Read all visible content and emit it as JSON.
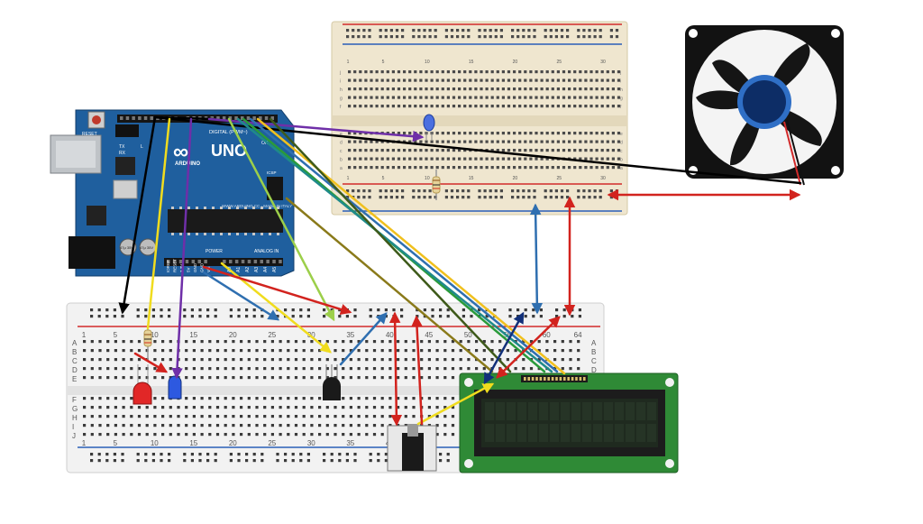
{
  "arduino": {
    "brand": "ARDUINO",
    "model": "UNO",
    "logo": "∞",
    "reset_label": "RESET",
    "digital_label": "DIGITAL (PWM~)",
    "analog_label": "ANALOG IN",
    "power_label": "POWER",
    "url_label": "WWW.ARDUINO.CC - MADE IN ITALY",
    "icsp_label": "ICSP",
    "tx_label": "TX",
    "rx_label": "RX",
    "l_label": "L",
    "on_label": "ON",
    "cap1_label": "47μ 35V",
    "cap2_label": "47μ 35V",
    "power_pins": [
      "IOREF",
      "RESET",
      "3.3V",
      "5V",
      "GND",
      "GND",
      "Vin"
    ],
    "analog_pins": [
      "A0",
      "A1",
      "A2",
      "A3",
      "A4",
      "A5"
    ]
  },
  "top_breadboard": {
    "col_numbers": [
      "1",
      "5",
      "10",
      "15",
      "20",
      "25",
      "30"
    ],
    "row_letters_top": [
      "j",
      "i",
      "h",
      "g",
      "f"
    ],
    "row_letters_bottom": [
      "e",
      "d",
      "c",
      "b",
      "a"
    ]
  },
  "main_breadboard": {
    "col_numbers": [
      "1",
      "5",
      "10",
      "15",
      "20",
      "25",
      "30",
      "35",
      "40",
      "45",
      "50",
      "55",
      "60",
      "64"
    ],
    "row_letters_top": [
      "A",
      "B",
      "C",
      "D",
      "E"
    ],
    "row_letters_bottom": [
      "F",
      "G",
      "H",
      "I",
      "J"
    ]
  },
  "colors": {
    "board_blue": "#1f5f9e",
    "breadboard_top": "#efe6cf",
    "breadboard_main": "#f2f2f2",
    "lcd_green": "#2f8a36",
    "lcd_screen": "#1f2a1f",
    "fan_body": "#121212",
    "fan_hub": "#2f6fc6",
    "rail_red": "#d22a2a",
    "rail_blue": "#2a5fb8"
  },
  "components": {
    "led_red": "red-led",
    "led_blue": "blue-led",
    "temp_sensor": "temperature-sensor",
    "potentiometer": "potentiometer",
    "lcd": "lcd-16x2",
    "fan": "cooling-fan"
  }
}
